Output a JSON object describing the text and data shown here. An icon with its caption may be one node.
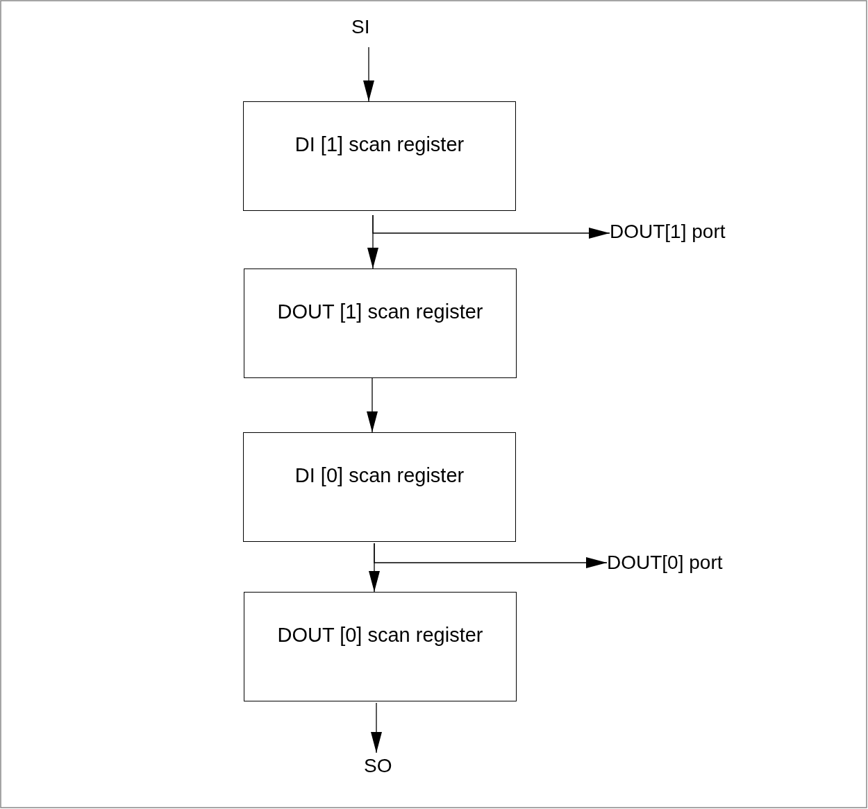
{
  "diagram": {
    "nodes": [
      {
        "text": [
          "SI"
        ]
      },
      {
        "text": [
          "DI [1] scan register"
        ]
      },
      {
        "text": [
          "DOUT[1] port"
        ]
      },
      {
        "text": [
          "DOUT [1] scan register"
        ]
      },
      {
        "text": [
          "DI [0] scan register"
        ]
      },
      {
        "text": [
          "DOUT[0] port"
        ]
      },
      {
        "text": [
          "DOUT [0] scan register"
        ]
      },
      {
        "text": [
          "SO"
        ]
      }
    ],
    "edges": [
      {
        "from": 0,
        "to": 1,
        "arrow": "to"
      },
      {
        "from": 1,
        "to": 3,
        "arrow": "to"
      },
      {
        "from": 1,
        "to": 2,
        "arrow": "to"
      },
      {
        "from": 3,
        "to": 4,
        "arrow": "to"
      },
      {
        "from": 4,
        "to": 6,
        "arrow": "to"
      },
      {
        "from": 4,
        "to": 5,
        "arrow": "to"
      },
      {
        "from": 6,
        "to": 7,
        "arrow": "to"
      }
    ]
  }
}
